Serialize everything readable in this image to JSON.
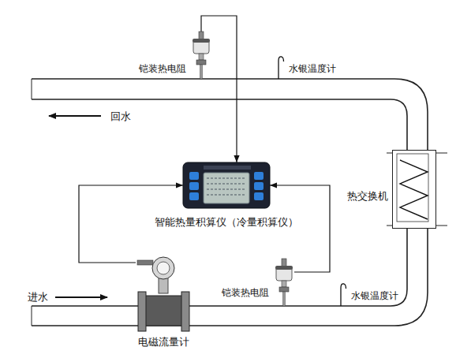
{
  "diagram": {
    "nodes": [
      {
        "text": [
          "铠装热电阻"
        ]
      },
      {
        "text": [
          "水银温度计"
        ]
      },
      {
        "text": [
          "智能热量积算仪（冷量积算仪）"
        ]
      },
      {
        "text": [
          "热交换机"
        ]
      },
      {
        "text": [
          "电磁流量计"
        ]
      },
      {
        "text": [
          "铠装热电阻"
        ]
      },
      {
        "text": [
          "水银温度计"
        ]
      }
    ],
    "edges": [
      {
        "from": 0,
        "to": 2,
        "arrow": "to"
      },
      {
        "from": 4,
        "to": 2,
        "arrow": "to"
      },
      {
        "from": 5,
        "to": 2,
        "arrow": "to"
      }
    ],
    "labels": [
      "回水",
      "进水"
    ]
  }
}
